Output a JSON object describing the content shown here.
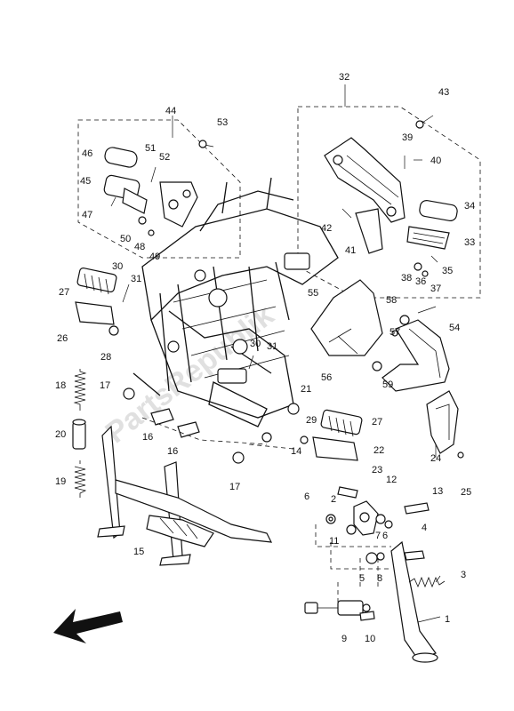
{
  "watermark": "PartsRepublik",
  "callouts": [
    "1",
    "2",
    "3",
    "4",
    "5",
    "6",
    "7",
    "8",
    "9",
    "10",
    "11",
    "12",
    "13",
    "14",
    "15",
    "16",
    "17",
    "18",
    "19",
    "20",
    "21",
    "22",
    "23",
    "24",
    "25",
    "26",
    "27",
    "28",
    "29",
    "30",
    "31",
    "32",
    "33",
    "34",
    "35",
    "36",
    "37",
    "38",
    "39",
    "40",
    "41",
    "42",
    "43",
    "44",
    "45",
    "46",
    "47",
    "48",
    "49",
    "50",
    "51",
    "52",
    "53",
    "54",
    "55",
    "56",
    "57",
    "58",
    "59"
  ],
  "direction_arrow": "arrow-front-left-icon"
}
